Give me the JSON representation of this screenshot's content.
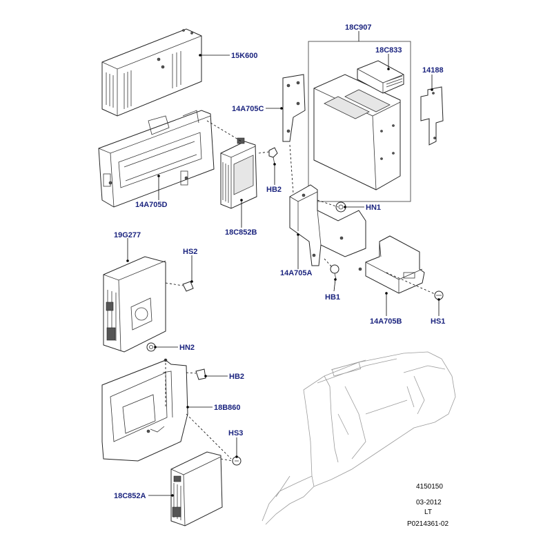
{
  "colors": {
    "label": "#1a237e",
    "line": "#222222",
    "background": "#ffffff",
    "ghost": "#9a9a9a"
  },
  "labels": {
    "p15K600": "15K600",
    "p14A705D": "14A705D",
    "p14A705C": "14A705C",
    "p18C852B": "18C852B",
    "pHB2_top": "HB2",
    "p18C907": "18C907",
    "p18C833": "18C833",
    "p14188": "14188",
    "pHN1": "HN1",
    "p14A705A": "14A705A",
    "pHB1": "HB1",
    "p14A705B": "14A705B",
    "pHS1": "HS1",
    "p19G277": "19G277",
    "pHS2": "HS2",
    "pHN2": "HN2",
    "pHB2_mid": "HB2",
    "p18B860": "18B860",
    "pHS3": "HS3",
    "p18C852A": "18C852A"
  },
  "footer": {
    "code": "4150150",
    "date": "03-2012",
    "variant": "LT",
    "ref": "P0214361-02"
  }
}
